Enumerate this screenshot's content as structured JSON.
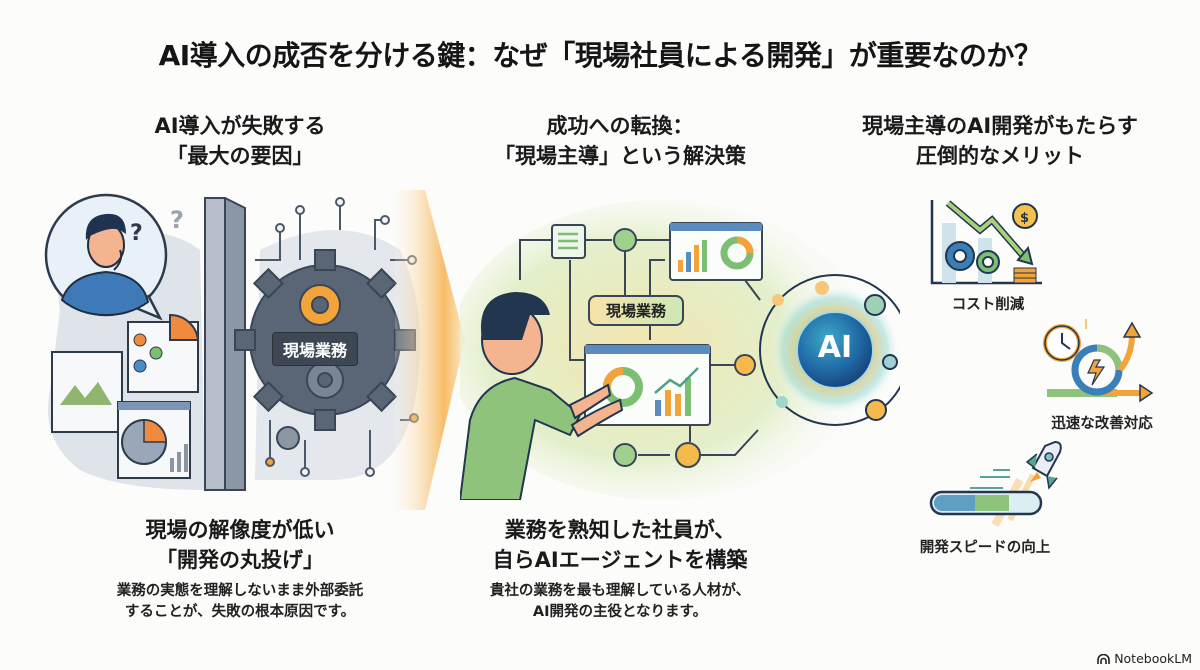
{
  "title": "AI導入の成否を分ける鍵：なぜ「現場社員による開発」が重要なのか？",
  "columns": [
    {
      "heading_line1": "AI導入が失敗する",
      "heading_line2": "「最大の要因」",
      "illustration_tag": "現場業務",
      "subtitle_line1": "現場の解像度が低い",
      "subtitle_line2": "「開発の丸投げ」",
      "desc_line1": "業務の実態を理解しないまま外部委託",
      "desc_line2": "することが、失敗の根本原因です。"
    },
    {
      "heading_line1": "成功への転換：",
      "heading_line2": "「現場主導」という解決策",
      "illustration_tag": "現場業務",
      "ai_label": "AI",
      "subtitle_line1": "業務を熟知した社員が、",
      "subtitle_line2": "自らAIエージェントを構築",
      "desc_line1": "貴社の業務を最も理解している人材が、",
      "desc_line2": "AI開発の主役となります。"
    },
    {
      "heading_line1": "現場主導のAI開発がもたらす",
      "heading_line2": "圧倒的なメリット",
      "benefits": [
        {
          "label": "コスト削減",
          "icon": "cost-reduction-icon"
        },
        {
          "label": "迅速な改善対応",
          "icon": "rapid-improvement-icon"
        },
        {
          "label": "開発スピードの向上",
          "icon": "rocket-speed-icon"
        }
      ]
    }
  ],
  "colors": {
    "orange": "#f2a33a",
    "green": "#7cbf73",
    "blue": "#3a7fb8",
    "slate": "#5c6877",
    "navy": "#23364f"
  },
  "footer": {
    "brand": "NotebookLM"
  }
}
